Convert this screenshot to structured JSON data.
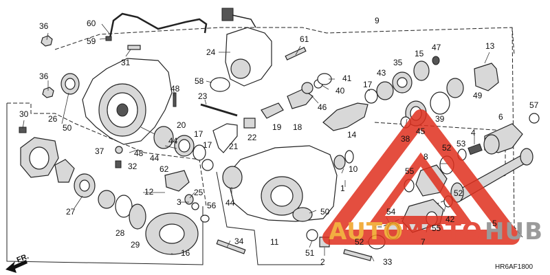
{
  "diagram": {
    "parts": [
      "1",
      "2",
      "3",
      "4",
      "5",
      "6",
      "7",
      "8",
      "9",
      "10",
      "11",
      "12",
      "13",
      "14",
      "15",
      "16",
      "17",
      "17",
      "17",
      "18",
      "19",
      "20",
      "21",
      "22",
      "23",
      "24",
      "25",
      "26",
      "27",
      "28",
      "29",
      "30",
      "31",
      "32",
      "33",
      "34",
      "35",
      "36",
      "36",
      "37",
      "38",
      "39",
      "40",
      "41",
      "42",
      "43",
      "44",
      "44",
      "44",
      "45",
      "46",
      "47",
      "48",
      "48",
      "49",
      "50",
      "50",
      "51",
      "52",
      "52",
      "52",
      "53",
      "54",
      "55",
      "55",
      "56",
      "57",
      "58",
      "59",
      "60",
      "61",
      "62"
    ],
    "diagram_code": "HR6AF1800",
    "front_label": "FR.",
    "watermark": {
      "brand_part1": "AUTO",
      "brand_part2": "MOTO",
      "brand_part3": "HUB",
      "color_red": "#e0301e",
      "color_orange": "#f0a020",
      "color_gray": "#8a8a8a"
    }
  }
}
